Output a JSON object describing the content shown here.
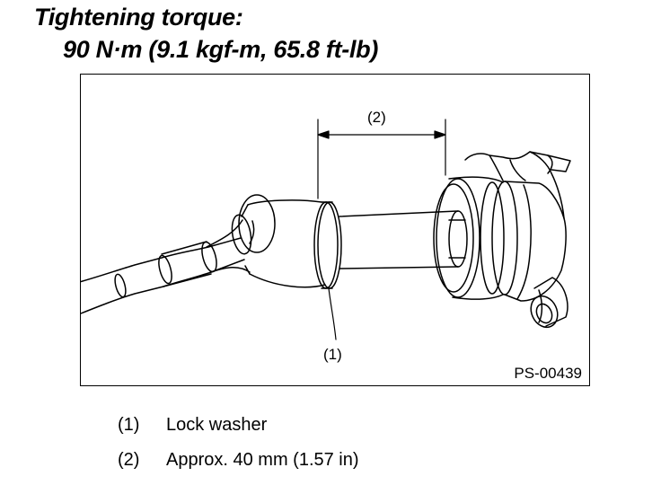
{
  "header": {
    "title_line_1": "Tightening torque:",
    "title_line_2": "90 N·m (9.1 kgf-m, 65.8 ft-lb)"
  },
  "figure": {
    "callout_1": "(1)",
    "callout_2": "(2)",
    "figure_id": "PS-00439"
  },
  "legend": [
    {
      "number": "(1)",
      "text": "Lock washer"
    },
    {
      "number": "(2)",
      "text": "Approx. 40 mm (1.57 in)"
    }
  ]
}
